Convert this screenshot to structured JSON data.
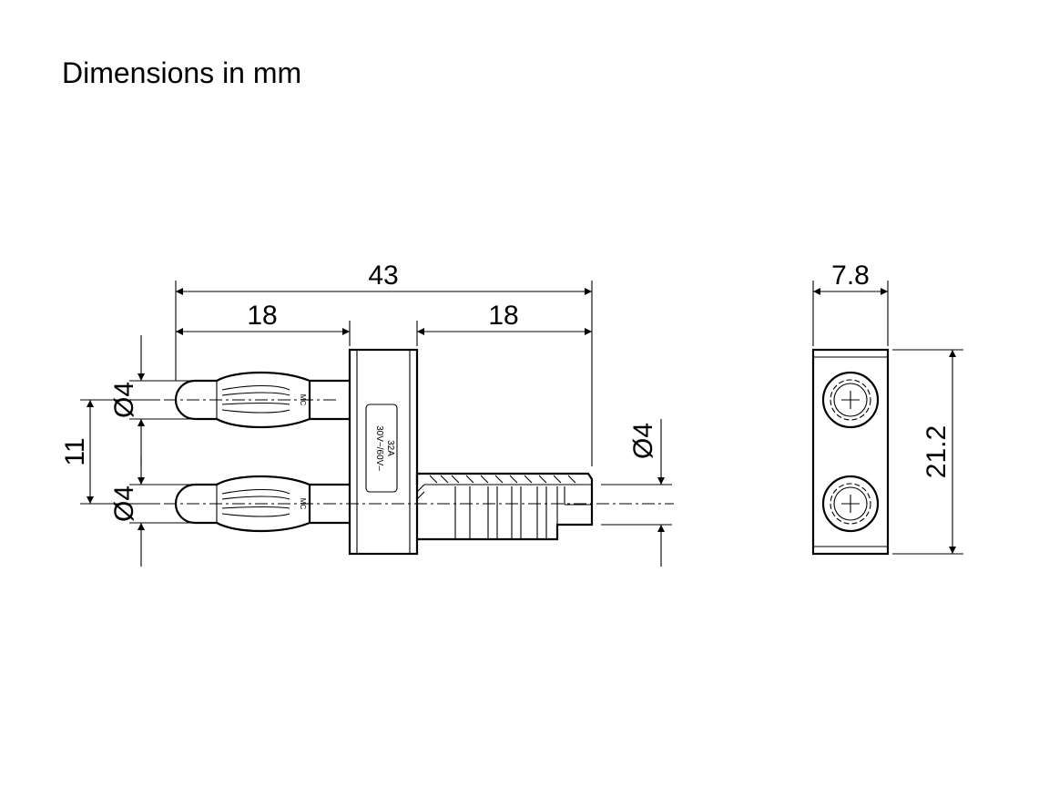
{
  "title": "Dimensions in mm",
  "dimensions": {
    "overall_length": "43",
    "plug_length_left": "18",
    "plug_length_right": "18",
    "diameter_top": "Ø4",
    "diameter_bottom": "Ø4",
    "diameter_right": "Ø4",
    "pitch": "11",
    "width_side": "7.8",
    "height_side": "21.2"
  },
  "labels": {
    "rating_line1": "30V~/60V–",
    "rating_line2": "32A",
    "marking_top": "MC",
    "marking_bottom": "MC"
  }
}
